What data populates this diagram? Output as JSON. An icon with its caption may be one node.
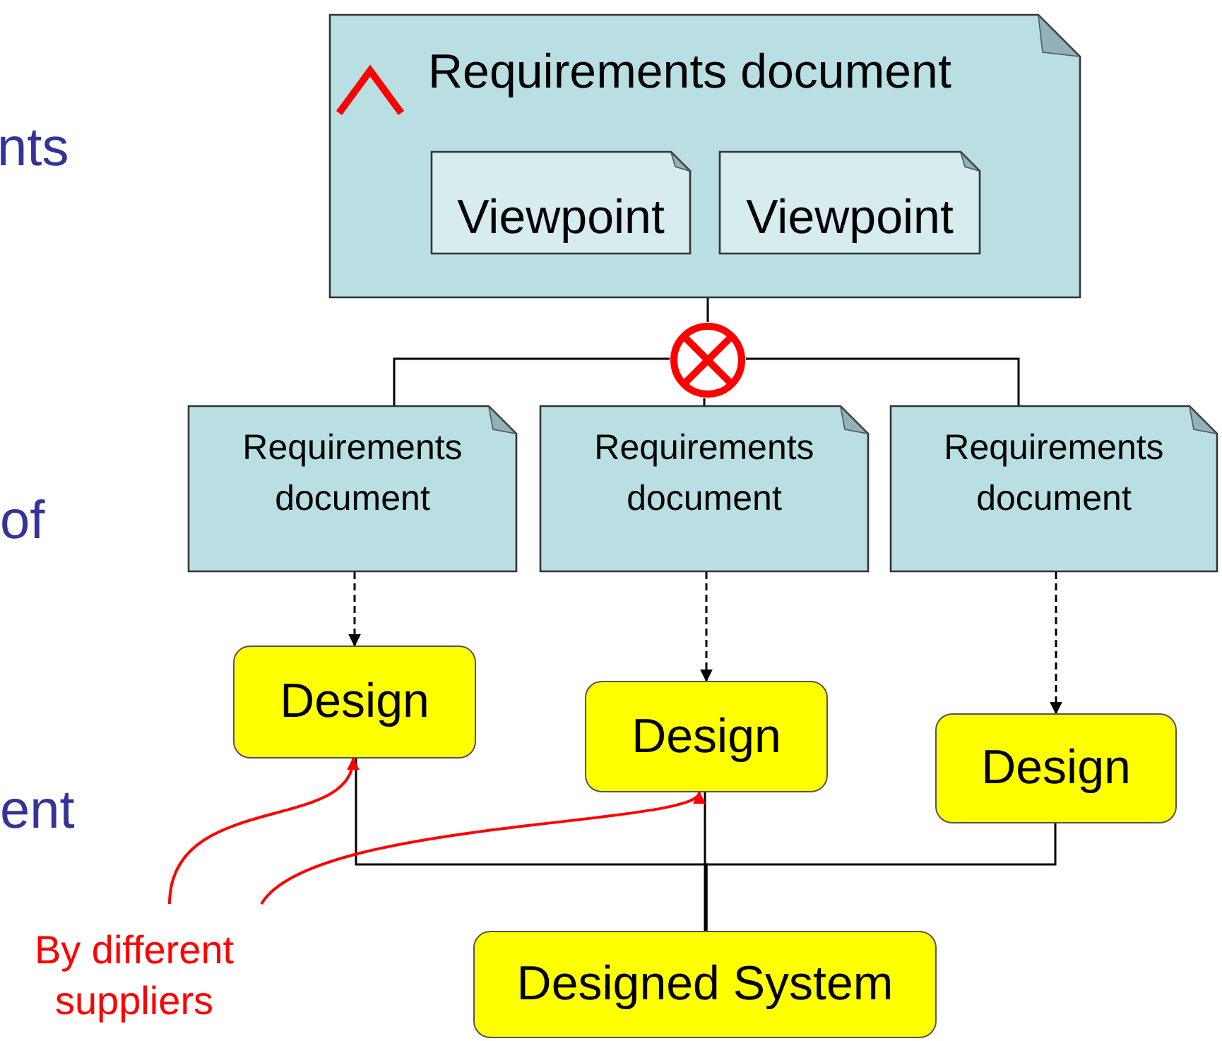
{
  "diagram": {
    "nodes": [
      {
        "text": [
          "Requirements document"
        ]
      },
      {
        "text": [
          "Viewpoint"
        ],
        "in": 0
      },
      {
        "text": [
          "Viewpoint"
        ],
        "in": 0
      },
      {
        "text": [],
        "shape": "circle"
      },
      {
        "text": [
          "Requirements document"
        ]
      },
      {
        "text": [
          "Requirements document"
        ]
      },
      {
        "text": [
          "Requirements document"
        ]
      },
      {
        "text": [
          "Design"
        ]
      },
      {
        "text": [
          "Design"
        ]
      },
      {
        "text": [
          "Design"
        ]
      },
      {
        "text": [
          "Designed System"
        ]
      },
      {
        "text": [
          "By different suppliers"
        ]
      }
    ],
    "edges": [
      {
        "from": 0,
        "to": 3,
        "arrow": "none"
      },
      {
        "from": 3,
        "to": 4,
        "arrow": "none"
      },
      {
        "from": 3,
        "to": 5,
        "arrow": "none"
      },
      {
        "from": 3,
        "to": 6,
        "arrow": "none"
      },
      {
        "from": 4,
        "to": 7,
        "arrow": "to",
        "style": "dashed"
      },
      {
        "from": 5,
        "to": 8,
        "arrow": "to",
        "style": "dashed"
      },
      {
        "from": 6,
        "to": 9,
        "arrow": "to",
        "style": "dashed"
      },
      {
        "from": 7,
        "to": 10,
        "arrow": "none"
      },
      {
        "from": 8,
        "to": 10,
        "arrow": "none"
      },
      {
        "from": 9,
        "to": 10,
        "arrow": "none"
      },
      {
        "from": 11,
        "to": 7,
        "arrow": "to",
        "color": "#ff0000"
      },
      {
        "from": 11,
        "to": 8,
        "arrow": "to",
        "color": "#ff0000"
      }
    ],
    "labels": [
      "nts",
      "of",
      "ent"
    ]
  }
}
